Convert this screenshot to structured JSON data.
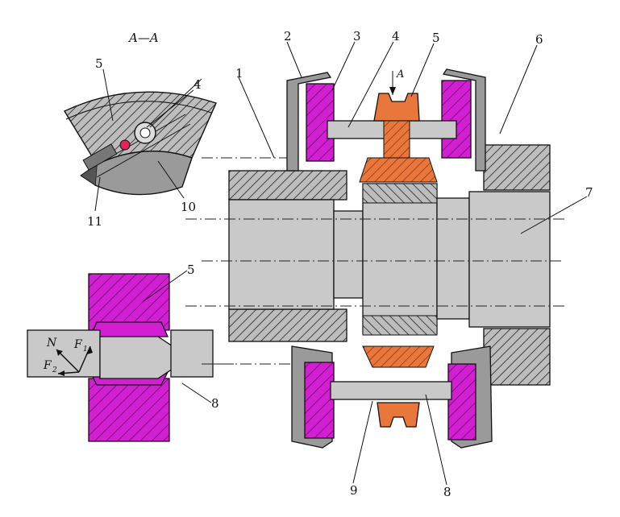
{
  "section_title": "A—A",
  "section_marker": "A",
  "callouts": [
    "1",
    "2",
    "3",
    "4",
    "5",
    "6",
    "7",
    "8",
    "9",
    "10",
    "11"
  ],
  "forces": {
    "n": "N",
    "f1": "F",
    "f1_sub": "1",
    "f2": "F",
    "f2_sub": "2"
  },
  "colors": {
    "magenta": "#d21fd2",
    "orange": "#e9763a",
    "gray": "#c9c9c9",
    "dark": "#9a9a9a"
  }
}
